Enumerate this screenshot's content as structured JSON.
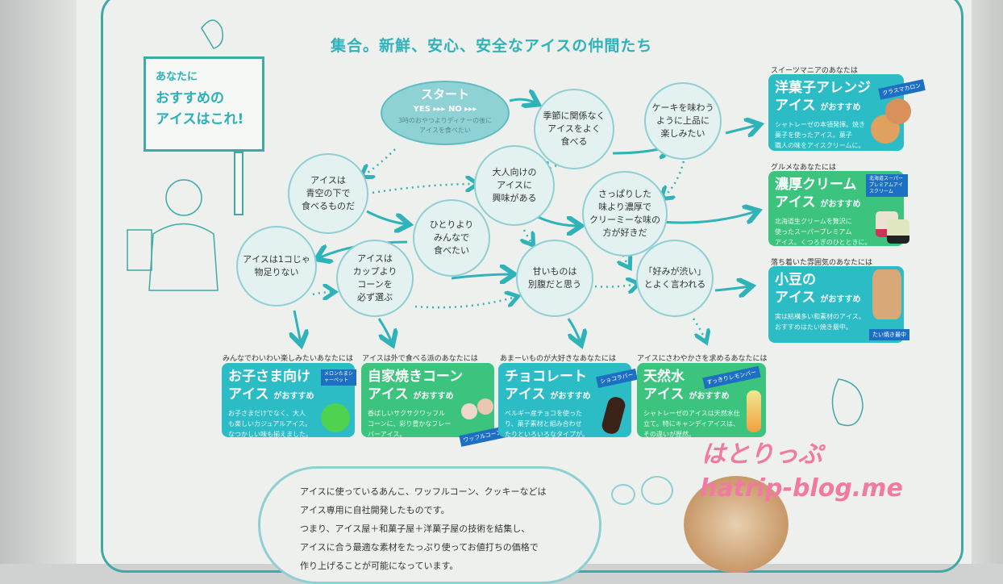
{
  "title": "集合。新鮮、安心、安全なアイスの仲間たち",
  "sign": {
    "line1": "あなたに",
    "line2": "おすすめの",
    "line3": "アイスはこれ!"
  },
  "start": {
    "label": "スタート",
    "yes": "YES",
    "no": "NO",
    "desc": "3時のおやつよりディナーの後に\nアイスを食べたい"
  },
  "nodes": [
    "季節に関係なく\nアイスをよく\n食べる",
    "ケーキを味わう\nように上品に\n楽しみたい",
    "アイスは\n青空の下で\n食べるものだ",
    "大人向けの\nアイスに\n興味がある",
    "さっぱりした\n味より濃厚で\nクリーミーな味の\n方が好きだ",
    "ひとりより\nみんなで\n食べたい",
    "アイスは1コじゃ\n物足りない",
    "アイスは\nカップより\nコーンを\n必ず選ぶ",
    "甘いものは\n別腹だと思う",
    "「好みが渋い」\nとよく言われる"
  ],
  "results": [
    {
      "lead": "スイーツマニアのあなたは",
      "name": "洋菓子アレンジ",
      "suffix": "がおすすめ",
      "aisu": "アイス",
      "desc": "シャトレーゼの本領発揮。焼き\n菓子を使ったアイス。菓子\n職人の味をアイスクリームに。",
      "tag": "クラスマカロン"
    },
    {
      "lead": "グルメなあなたには",
      "name": "濃厚クリーム",
      "suffix": "がおすすめ",
      "aisu": "アイス",
      "desc": "北海道生クリームを贅沢に\n使ったスーパープレミアム\nアイス。くつろぎのひとときに。",
      "tag": "北海道スーパープレミアムアイスクリーム"
    },
    {
      "lead": "落ち着いた雰囲気のあなたには",
      "name": "小豆の",
      "suffix": "がおすすめ",
      "aisu": "アイス",
      "desc": "実は結構多い和素材のアイス。\nおすすめはたい焼き最中。",
      "tag": "たい焼き最中"
    },
    {
      "lead": "みんなでわいわい楽しみたいあなたには",
      "name": "お子さま向け",
      "suffix": "がおすすめ",
      "aisu": "アイス",
      "desc": "お子さまだけでなく、大人\nも楽しいカジュアルアイス。\nなつかしい味も揃えました。",
      "tag": "メロンたまシャーベット"
    },
    {
      "lead": "アイスは外で食べる派のあなたには",
      "name": "自家焼きコーン",
      "suffix": "がおすすめ",
      "aisu": "アイス",
      "desc": "香ばしいサクサクワッフル\nコーンに、彩り豊かなフレー\nバーアイス。",
      "tag": "ワッフルコーンアイス"
    },
    {
      "lead": "あまーいものが大好きなあなたには",
      "name": "チョコレート",
      "suffix": "がおすすめ",
      "aisu": "アイス",
      "desc": "ベルギー産チョコを使った\nり、菓子素材と組み合わせ\nたりといろいろなタイプが。",
      "tag": "ショコラバー"
    },
    {
      "lead": "アイスにさわやかさを求めるあなたには",
      "name": "天然水",
      "suffix": "がおすすめ",
      "aisu": "アイス",
      "desc": "シャトレーゼのアイスは天然水仕\n立て。特にキャンディアイスは、\nその違いが歴然。",
      "tag": "すっきりレモンバー"
    }
  ],
  "footer": "アイスに使っているあんこ、ワッフルコーン、クッキーなどは\nアイス専用に自社開発したものです。\nつまり、アイス屋＋和菓子屋＋洋菓子屋の技術を結集し、\nアイスに合う最適な素材をたっぷり使ってお値打ちの価格で\n作り上げることが可能になっています。",
  "watermark": {
    "jp": "はとりっぷ",
    "url": "hatrip-blog.me"
  }
}
